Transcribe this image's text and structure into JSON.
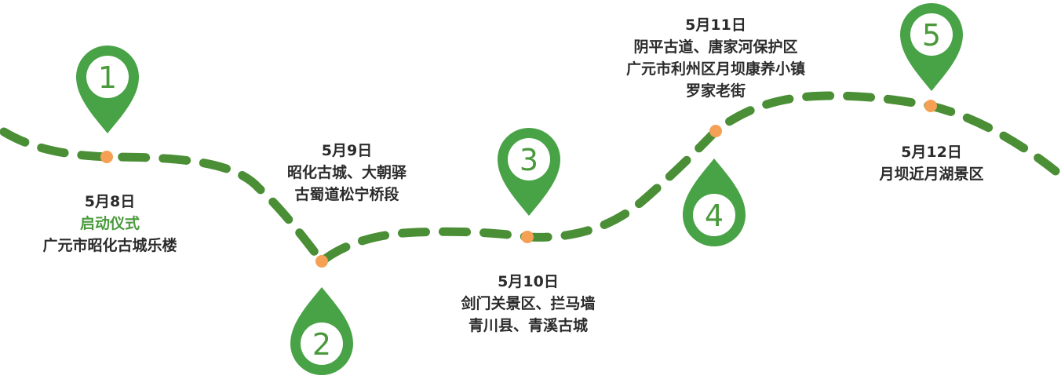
{
  "colors": {
    "route": "#4a8e35",
    "pin": "#48a246",
    "pin_inner": "#ffffff",
    "dot": "#f5a055",
    "text": "#2b2b2b",
    "highlight": "#4a9a3c"
  },
  "stops": [
    {
      "number": "1",
      "date": "5月8日",
      "highlight": "启动仪式",
      "lines": [
        "广元市昭化古城乐楼"
      ]
    },
    {
      "number": "2",
      "date": "5月9日",
      "highlight": "",
      "lines": [
        "昭化古城、大朝驿",
        "古蜀道松宁桥段"
      ]
    },
    {
      "number": "3",
      "date": "5月10日",
      "highlight": "",
      "lines": [
        "剑门关景区、拦马墙",
        "青川县、青溪古城"
      ]
    },
    {
      "number": "4",
      "date": "5月11日",
      "highlight": "",
      "lines": [
        "阴平古道、唐家河保护区",
        "广元市利州区月坝康养小镇",
        "罗家老街"
      ]
    },
    {
      "number": "5",
      "date": "5月12日",
      "highlight": "",
      "lines": [
        "月坝近月湖景区"
      ]
    }
  ]
}
